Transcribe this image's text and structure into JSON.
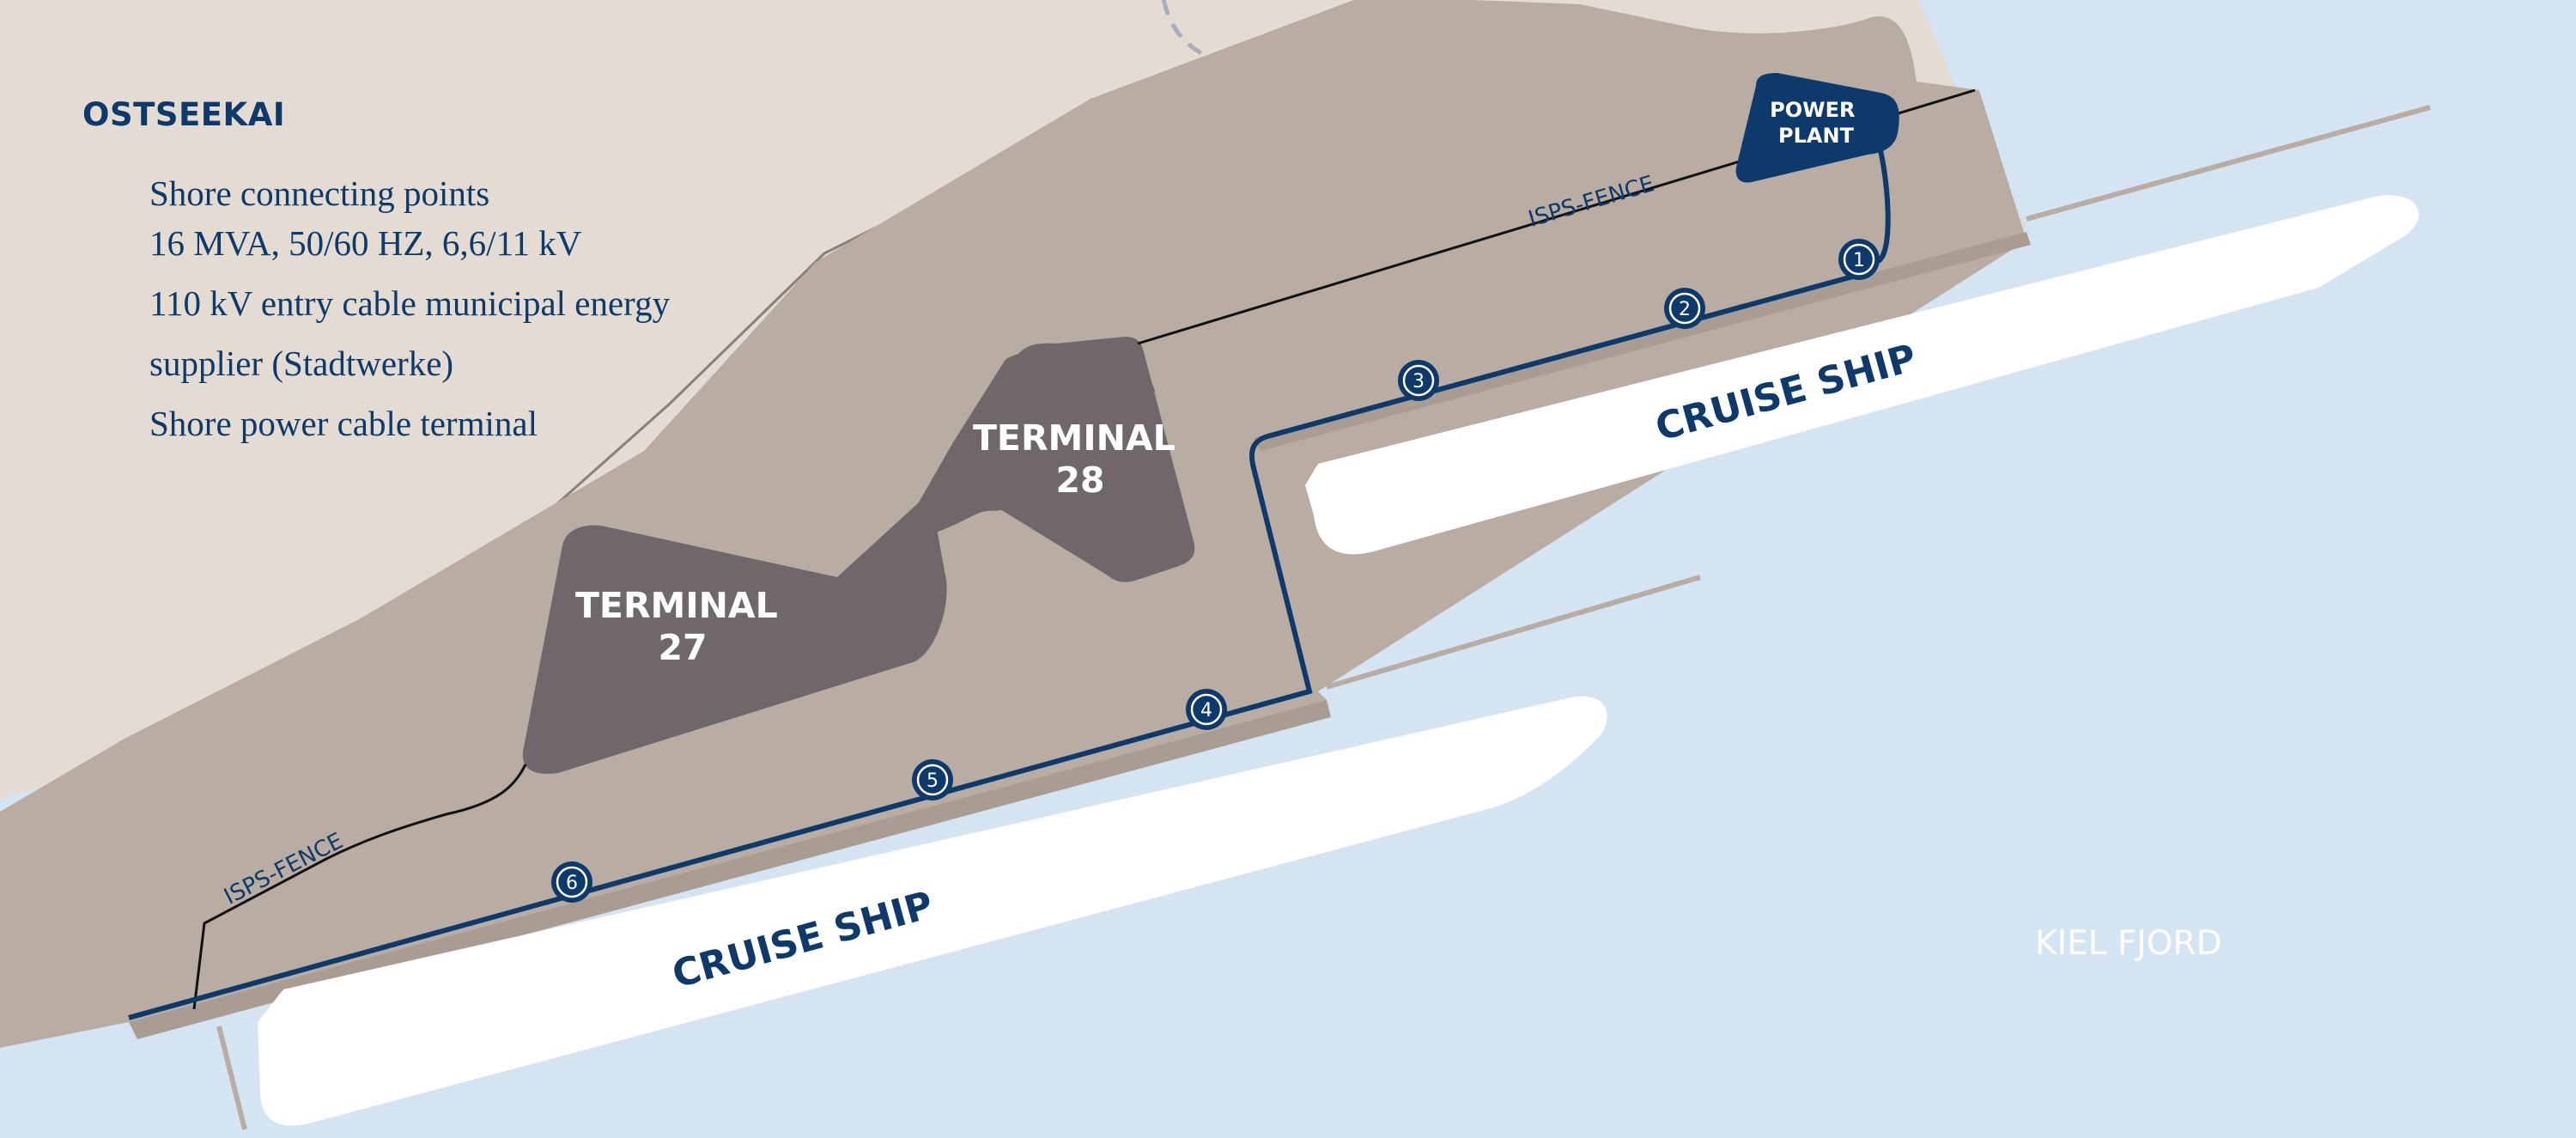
{
  "legend": {
    "title": "OSTSEEKAI",
    "items": [
      "Shore connecting points",
      "16 MVA, 50/60 HZ, 6,6/11 kV",
      "110 kV entry cable municipal energy",
      "supplier (Stadtwerke)",
      "Shore power cable terminal"
    ]
  },
  "map": {
    "power_plant": [
      "POWER",
      "PLANT"
    ],
    "terminal_27": [
      "TERMINAL",
      "27"
    ],
    "terminal_28": [
      "TERMINAL",
      "28"
    ],
    "ships": [
      "CRUISE SHIP",
      "CRUISE SHIP"
    ],
    "fence_labels": [
      "ISPS-FENCE",
      "ISPS-FENCE"
    ],
    "water_label": "KIEL FJORD",
    "connection_points": [
      "1",
      "2",
      "3",
      "4",
      "5",
      "6"
    ]
  },
  "colors": {
    "water": "#d5e4f3",
    "land_background": "#e4dcd2",
    "quay": "#b8aca3",
    "terminal": "#6f6769",
    "navy": "#0d3a6b",
    "ship": "#ffffff"
  }
}
